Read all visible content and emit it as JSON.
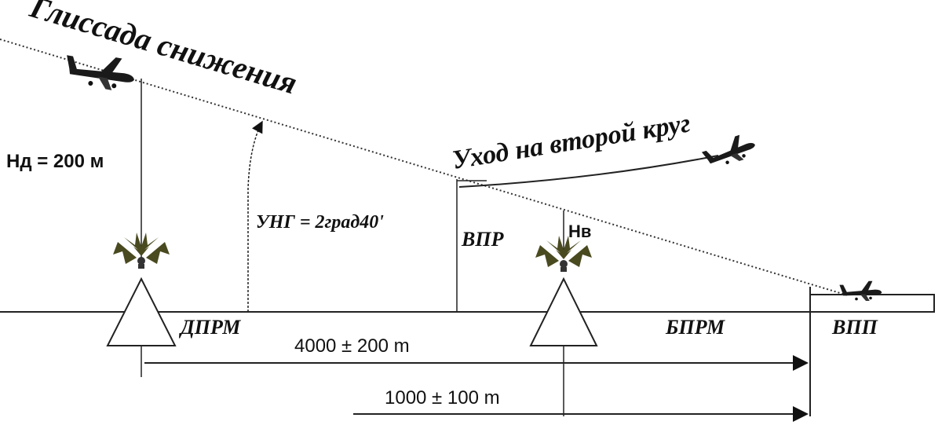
{
  "labels": {
    "glide_path": "Глиссада снижения",
    "go_around": "Уход на второй круг",
    "decision_altitude": "Hд = 200 м",
    "glide_angle": "УНГ = 2град40'",
    "vpr": "ВПР",
    "hv": "Hв",
    "dprm": "ДПРМ",
    "bprm": "БПРМ",
    "runway_threshold": "ВПП",
    "distance_outer": "4000 ± 200 m",
    "distance_inner": "1000 ± 100 m"
  },
  "icons": {
    "aircraft": "aircraft-icon",
    "beacon": "radio-beacon-icon"
  },
  "colors": {
    "line": "#222222",
    "beacon_fill": "#4a4a20",
    "aircraft_fill": "#1a1a1a"
  }
}
